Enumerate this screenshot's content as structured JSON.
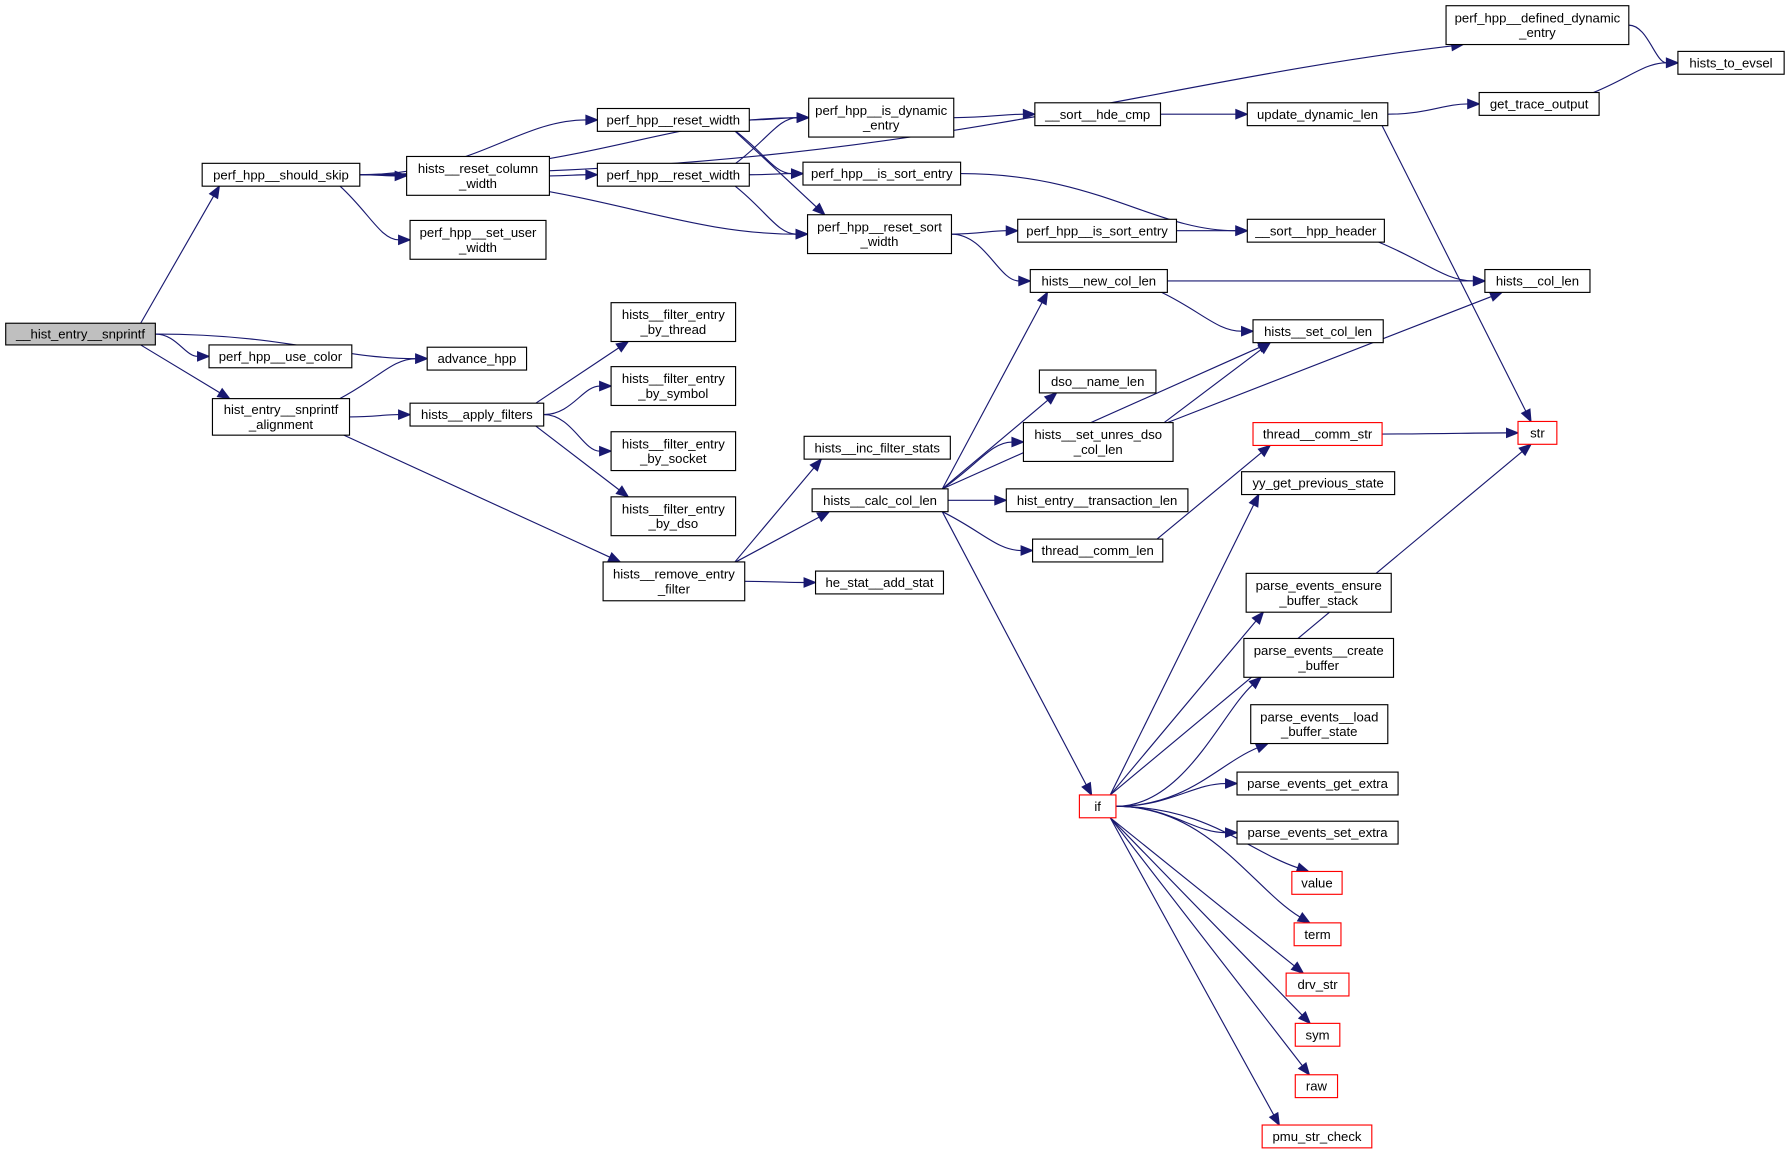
{
  "diagram": {
    "type": "call-graph",
    "edge_color": "#191970",
    "node_border_color": "#000000",
    "truncated_node_border_color": "#ff0000",
    "root_fill_color": "#bfbfbf",
    "nodes": [
      {
        "id": "root",
        "lines": [
          "__hist_entry__snprintf"
        ],
        "style": "root"
      },
      {
        "id": "should_skip",
        "lines": [
          "perf_hpp__should_skip"
        ]
      },
      {
        "id": "use_color",
        "lines": [
          "perf_hpp__use_color"
        ]
      },
      {
        "id": "advance_hpp",
        "lines": [
          "advance_hpp"
        ]
      },
      {
        "id": "snprintf_alignment",
        "lines": [
          "hist_entry__snprintf",
          "_alignment"
        ]
      },
      {
        "id": "reset_column_width",
        "lines": [
          "hists__reset_column",
          "_width"
        ]
      },
      {
        "id": "set_user_width",
        "lines": [
          "perf_hpp__set_user",
          "_width"
        ]
      },
      {
        "id": "reset_width_a",
        "lines": [
          "perf_hpp__reset_width"
        ]
      },
      {
        "id": "reset_width_b",
        "lines": [
          "perf_hpp__reset_width"
        ]
      },
      {
        "id": "is_dynamic_entry",
        "lines": [
          "perf_hpp__is_dynamic",
          "_entry"
        ]
      },
      {
        "id": "is_sort_entry_a",
        "lines": [
          "perf_hpp__is_sort_entry"
        ]
      },
      {
        "id": "reset_sort_width",
        "lines": [
          "perf_hpp__reset_sort",
          "_width"
        ]
      },
      {
        "id": "defined_dynamic_entry",
        "lines": [
          "perf_hpp__defined_dynamic",
          "_entry"
        ]
      },
      {
        "id": "hists_to_evsel",
        "lines": [
          "hists_to_evsel"
        ]
      },
      {
        "id": "sort_hde_cmp",
        "lines": [
          "__sort__hde_cmp"
        ]
      },
      {
        "id": "update_dynamic_len",
        "lines": [
          "update_dynamic_len"
        ]
      },
      {
        "id": "get_trace_output",
        "lines": [
          "get_trace_output"
        ]
      },
      {
        "id": "is_sort_entry_b",
        "lines": [
          "perf_hpp__is_sort_entry"
        ]
      },
      {
        "id": "sort_hpp_header",
        "lines": [
          "__sort__hpp_header"
        ]
      },
      {
        "id": "new_col_len",
        "lines": [
          "hists__new_col_len"
        ]
      },
      {
        "id": "col_len",
        "lines": [
          "hists__col_len"
        ]
      },
      {
        "id": "set_col_len",
        "lines": [
          "hists__set_col_len"
        ]
      },
      {
        "id": "apply_filters",
        "lines": [
          "hists__apply_filters"
        ]
      },
      {
        "id": "filter_thread",
        "lines": [
          "hists__filter_entry",
          "_by_thread"
        ]
      },
      {
        "id": "filter_symbol",
        "lines": [
          "hists__filter_entry",
          "_by_symbol"
        ]
      },
      {
        "id": "filter_socket",
        "lines": [
          "hists__filter_entry",
          "_by_socket"
        ]
      },
      {
        "id": "filter_dso",
        "lines": [
          "hists__filter_entry",
          "_by_dso"
        ]
      },
      {
        "id": "remove_entry_filter",
        "lines": [
          "hists__remove_entry",
          "_filter"
        ]
      },
      {
        "id": "inc_filter_stats",
        "lines": [
          "hists__inc_filter_stats"
        ]
      },
      {
        "id": "calc_col_len",
        "lines": [
          "hists__calc_col_len"
        ]
      },
      {
        "id": "add_stat",
        "lines": [
          "he_stat__add_stat"
        ]
      },
      {
        "id": "dso_name_len",
        "lines": [
          "dso__name_len"
        ]
      },
      {
        "id": "set_unres_dso",
        "lines": [
          "hists__set_unres_dso",
          "_col_len"
        ]
      },
      {
        "id": "transaction_len",
        "lines": [
          "hist_entry__transaction_len"
        ]
      },
      {
        "id": "thread_comm_len",
        "lines": [
          "thread__comm_len"
        ]
      },
      {
        "id": "thread_comm_str",
        "lines": [
          "thread__comm_str"
        ],
        "style": "red"
      },
      {
        "id": "str",
        "lines": [
          "str"
        ],
        "style": "red"
      },
      {
        "id": "yy_prev_state",
        "lines": [
          "yy_get_previous_state"
        ]
      },
      {
        "id": "if",
        "lines": [
          "if"
        ],
        "style": "red"
      },
      {
        "id": "ensure_buffer_stack",
        "lines": [
          "parse_events_ensure",
          "_buffer_stack"
        ]
      },
      {
        "id": "create_buffer",
        "lines": [
          "parse_events__create",
          "_buffer"
        ]
      },
      {
        "id": "load_buffer_state",
        "lines": [
          "parse_events__load",
          "_buffer_state"
        ]
      },
      {
        "id": "get_extra",
        "lines": [
          "parse_events_get_extra"
        ]
      },
      {
        "id": "set_extra",
        "lines": [
          "parse_events_set_extra"
        ]
      },
      {
        "id": "value",
        "lines": [
          "value"
        ],
        "style": "red"
      },
      {
        "id": "term",
        "lines": [
          "term"
        ],
        "style": "red"
      },
      {
        "id": "drv_str",
        "lines": [
          "drv_str"
        ],
        "style": "red"
      },
      {
        "id": "sym",
        "lines": [
          "sym"
        ],
        "style": "red"
      },
      {
        "id": "raw",
        "lines": [
          "raw"
        ],
        "style": "red"
      },
      {
        "id": "pmu_str_check",
        "lines": [
          "pmu_str_check"
        ],
        "style": "red"
      }
    ],
    "edges": [
      [
        "root",
        "should_skip"
      ],
      [
        "root",
        "use_color"
      ],
      [
        "root",
        "advance_hpp"
      ],
      [
        "root",
        "snprintf_alignment"
      ],
      [
        "should_skip",
        "defined_dynamic_entry"
      ],
      [
        "should_skip",
        "is_dynamic_entry"
      ],
      [
        "should_skip",
        "reset_width_a"
      ],
      [
        "should_skip",
        "reset_column_width"
      ],
      [
        "should_skip",
        "set_user_width"
      ],
      [
        "should_skip",
        "reset_sort_width"
      ],
      [
        "reset_column_width",
        "reset_width_b"
      ],
      [
        "reset_width_a",
        "is_dynamic_entry"
      ],
      [
        "reset_width_a",
        "is_sort_entry_a"
      ],
      [
        "reset_width_a",
        "reset_sort_width"
      ],
      [
        "reset_width_b",
        "is_dynamic_entry"
      ],
      [
        "reset_width_b",
        "is_sort_entry_a"
      ],
      [
        "reset_width_b",
        "reset_sort_width"
      ],
      [
        "is_dynamic_entry",
        "sort_hde_cmp"
      ],
      [
        "sort_hde_cmp",
        "update_dynamic_len"
      ],
      [
        "update_dynamic_len",
        "get_trace_output"
      ],
      [
        "update_dynamic_len",
        "str"
      ],
      [
        "get_trace_output",
        "hists_to_evsel"
      ],
      [
        "defined_dynamic_entry",
        "hists_to_evsel"
      ],
      [
        "is_sort_entry_a",
        "sort_hpp_header"
      ],
      [
        "reset_sort_width",
        "is_sort_entry_b"
      ],
      [
        "reset_sort_width",
        "new_col_len"
      ],
      [
        "is_sort_entry_b",
        "sort_hpp_header"
      ],
      [
        "sort_hpp_header",
        "col_len"
      ],
      [
        "new_col_len",
        "col_len"
      ],
      [
        "new_col_len",
        "set_col_len"
      ],
      [
        "snprintf_alignment",
        "advance_hpp"
      ],
      [
        "snprintf_alignment",
        "apply_filters"
      ],
      [
        "snprintf_alignment",
        "remove_entry_filter"
      ],
      [
        "apply_filters",
        "filter_thread"
      ],
      [
        "apply_filters",
        "filter_symbol"
      ],
      [
        "apply_filters",
        "filter_socket"
      ],
      [
        "apply_filters",
        "filter_dso"
      ],
      [
        "remove_entry_filter",
        "inc_filter_stats"
      ],
      [
        "remove_entry_filter",
        "calc_col_len"
      ],
      [
        "remove_entry_filter",
        "add_stat"
      ],
      [
        "calc_col_len",
        "new_col_len"
      ],
      [
        "calc_col_len",
        "set_col_len"
      ],
      [
        "calc_col_len",
        "dso_name_len"
      ],
      [
        "calc_col_len",
        "set_unres_dso"
      ],
      [
        "calc_col_len",
        "transaction_len"
      ],
      [
        "calc_col_len",
        "thread_comm_len"
      ],
      [
        "calc_col_len",
        "if"
      ],
      [
        "set_unres_dso",
        "set_col_len"
      ],
      [
        "set_unres_dso",
        "col_len"
      ],
      [
        "thread_comm_len",
        "thread_comm_str"
      ],
      [
        "thread_comm_str",
        "str"
      ],
      [
        "if",
        "str"
      ],
      [
        "if",
        "yy_prev_state"
      ],
      [
        "if",
        "ensure_buffer_stack"
      ],
      [
        "if",
        "create_buffer"
      ],
      [
        "if",
        "load_buffer_state"
      ],
      [
        "if",
        "get_extra"
      ],
      [
        "if",
        "set_extra"
      ],
      [
        "if",
        "value"
      ],
      [
        "if",
        "term"
      ],
      [
        "if",
        "drv_str"
      ],
      [
        "if",
        "sym"
      ],
      [
        "if",
        "raw"
      ],
      [
        "if",
        "pmu_str_check"
      ]
    ]
  }
}
